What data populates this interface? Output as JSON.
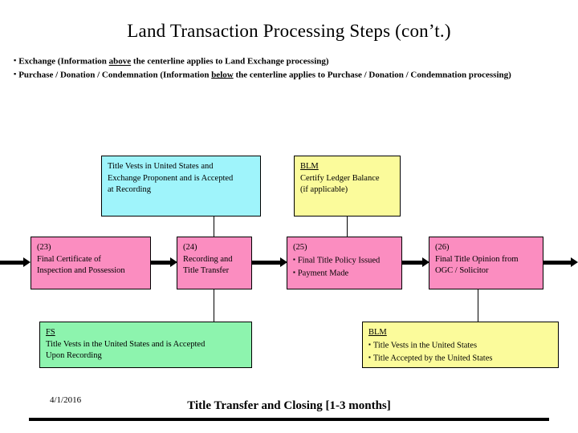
{
  "slide": {
    "title": "Land Transaction Processing Steps (con’t.)",
    "bullets": [
      {
        "marker": "▪",
        "pre": "Exchange (Information ",
        "underlined": "above",
        "post": " the centerline applies to Land Exchange processing)"
      },
      {
        "marker": "▪",
        "pre": "Purchase / Donation / Condemnation (Information ",
        "underlined": "below",
        "post": " the centerline applies to Purchase / Donation / Condemnation processing)"
      }
    ]
  },
  "boxes": {
    "title_vests_exchange": {
      "color": "#9ff4fb",
      "lines": [
        "Title Vests in United States and",
        "Exchange Proponent and is Accepted",
        "at Recording"
      ]
    },
    "blm_certify": {
      "color": "#fbfb9b",
      "heading": "BLM",
      "lines": [
        "Certify Ledger Balance",
        "(if applicable)"
      ]
    },
    "step23": {
      "color": "#fb8dc0",
      "number": "(23)",
      "lines": [
        "Final Certificate of",
        "Inspection and Possession"
      ]
    },
    "step24": {
      "color": "#fb8dc0",
      "number": "(24)",
      "lines": [
        "Recording and",
        "Title Transfer"
      ]
    },
    "step25": {
      "color": "#fb8dc0",
      "number": "(25)",
      "bullets": [
        "Final Title Policy Issued",
        "Payment Made"
      ]
    },
    "step26": {
      "color": "#fb8dc0",
      "number": "(26)",
      "lines": [
        "Final Title Opinion from",
        "OGC / Solicitor"
      ]
    },
    "fs_title_vests": {
      "color": "#8df4ae",
      "heading": "FS",
      "lines": [
        "Title Vests in the United States and is Accepted",
        "Upon Recording"
      ]
    },
    "blm_title_vests": {
      "color": "#fbfb9b",
      "heading": "BLM",
      "bullets": [
        "Title Vests in the United States",
        "Title Accepted by the United States"
      ]
    }
  },
  "footer": {
    "date": "4/1/2016",
    "phase": "Title Transfer and Closing [1-3 months]"
  }
}
